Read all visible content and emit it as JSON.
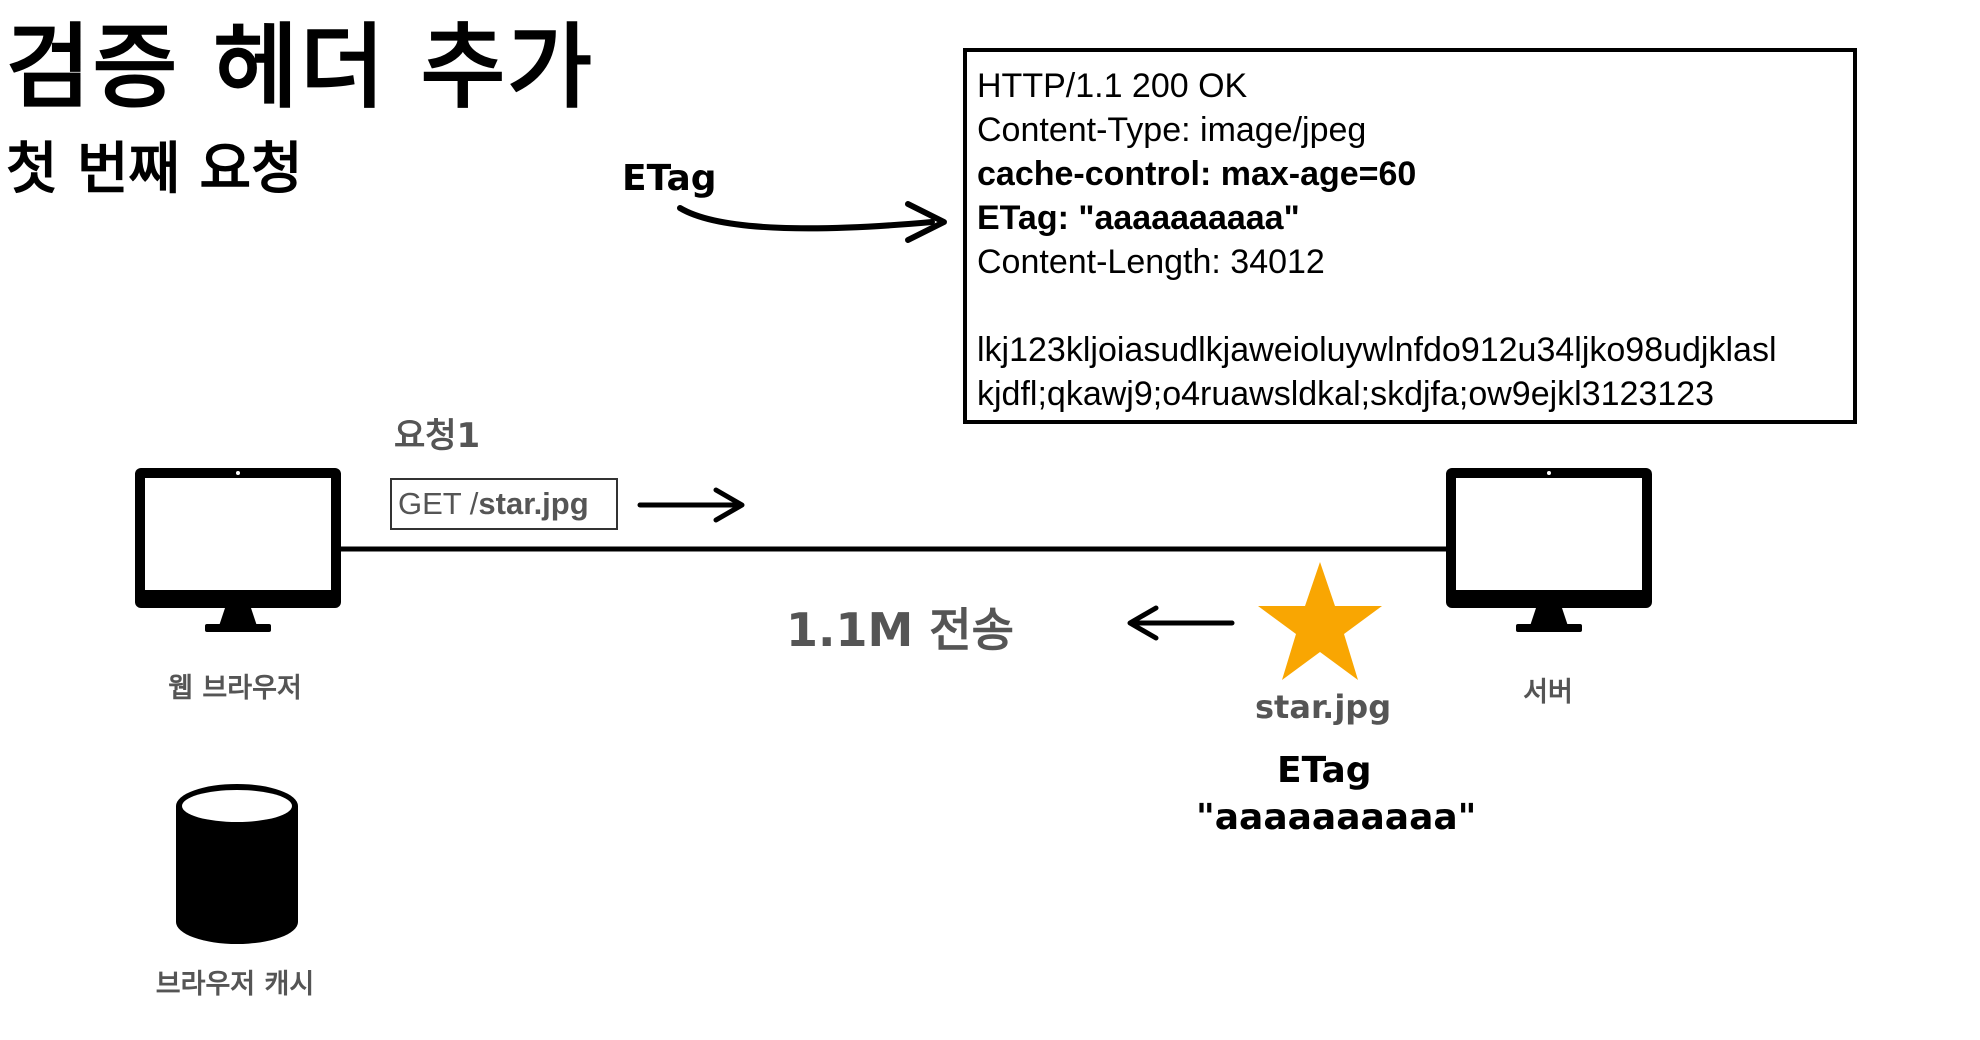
{
  "title": "검증 헤더 추가",
  "subtitle": "첫 번째 요청",
  "etag_arrow_label": "ETag",
  "response": {
    "lines": [
      {
        "text": "HTTP/1.1 200 OK",
        "bold": false
      },
      {
        "text": "Content-Type: image/jpeg",
        "bold": false
      },
      {
        "text": "cache-control: max-age=60",
        "bold": true
      },
      {
        "text": "ETag: \"aaaaaaaaaa\"",
        "bold": true
      },
      {
        "text": "Content-Length: 34012",
        "bold": false
      },
      {
        "text": "",
        "bold": false
      },
      {
        "text": "lkj123kljoiasudlkjaweioluywlnfdo912u34ljko98udjklasl",
        "bold": false
      },
      {
        "text": "kjdfl;qkawj9;o4ruawsldkal;skdjfa;ow9ejkl3123123",
        "bold": false
      }
    ]
  },
  "request": {
    "label": "요청1",
    "method": "GET /",
    "path": "star.jpg"
  },
  "transfer_label": "1.1M 전송",
  "resource": {
    "filename": "star.jpg",
    "etag_label": "ETag",
    "etag_value": "\"aaaaaaaaaa\"",
    "star_color": "#F9A602"
  },
  "nodes": {
    "browser_label": "웹 브라우저",
    "server_label": "서버",
    "cache_label": "브라우저 캐시"
  }
}
